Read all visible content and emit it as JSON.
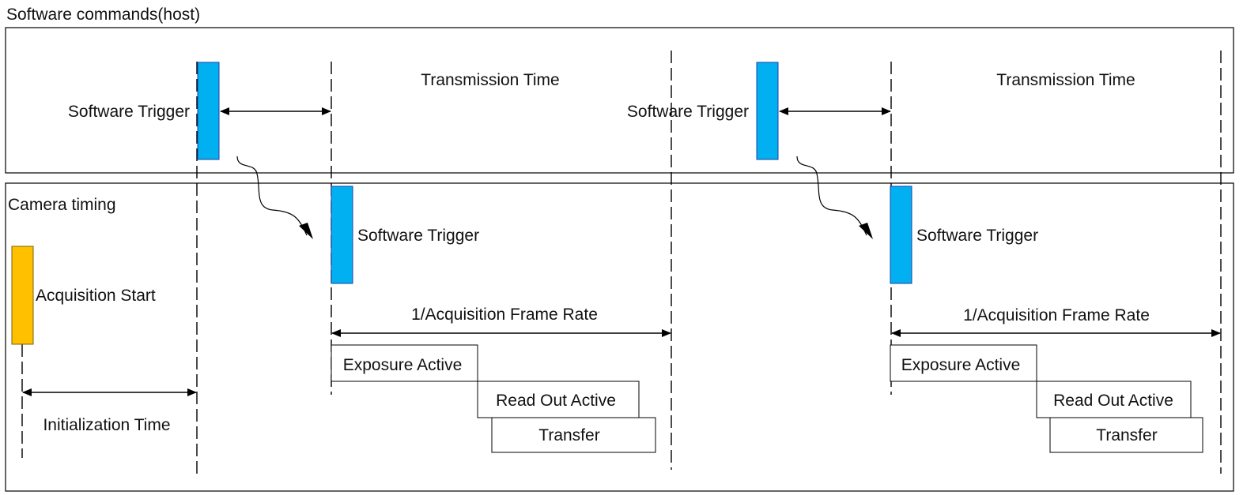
{
  "diagram": {
    "host_panel_title": "Software commands(host)",
    "camera_panel_title": "Camera timing",
    "host_cycles": [
      {
        "trigger_label": "Software Trigger",
        "transmission_label": "Transmission Time"
      },
      {
        "trigger_label": "Software Trigger",
        "transmission_label": "Transmission Time"
      }
    ],
    "acquisition_start_label": "Acquisition Start",
    "initialization_label": "Initialization Time",
    "camera_cycles": [
      {
        "trigger_label": "Software Trigger",
        "frame_rate_label": "1/Acquisition Frame Rate",
        "exposure_label": "Exposure Active",
        "readout_label": "Read Out Active",
        "transfer_label": "Transfer"
      },
      {
        "trigger_label": "Software Trigger",
        "frame_rate_label": "1/Acquisition Frame Rate",
        "exposure_label": "Exposure Active",
        "readout_label": "Read Out Active",
        "transfer_label": "Transfer"
      }
    ],
    "colors": {
      "trigger_pulse": "#00B0F0",
      "trigger_outline": "#1F3FA0",
      "acquisition_pulse": "#FFC000",
      "line": "#000000"
    }
  }
}
